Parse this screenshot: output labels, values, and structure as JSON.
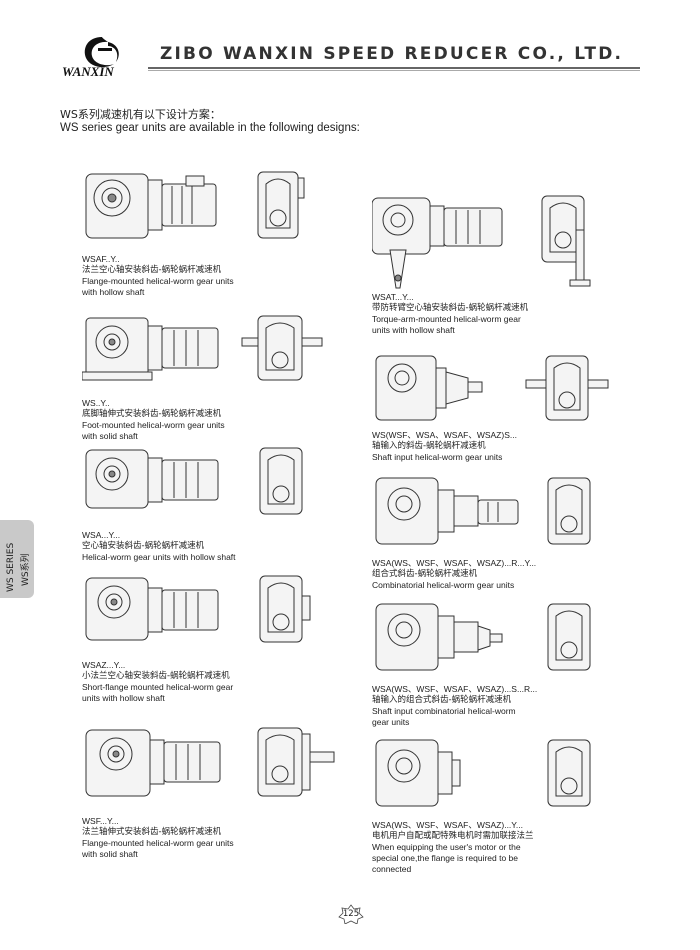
{
  "header": {
    "brand": "WANXIN",
    "company": "ZIBO WANXIN SPEED REDUCER CO., LTD."
  },
  "intro": {
    "cn": "WS系列减速机有以下设计方案：",
    "en": "WS series gear units are available in the following designs:"
  },
  "side_tab": {
    "en": "WS SERIES",
    "cn": "WS系列"
  },
  "left_items": [
    {
      "code": "WSAF..Y..",
      "cn": "法兰空心轴安装斜齿-蜗轮蜗杆减速机",
      "en": [
        "Flange-mounted helical-worm gear units",
        "with hollow shaft"
      ]
    },
    {
      "code": "WS..Y..",
      "cn": "底脚轴伸式安装斜齿-蜗轮蜗杆减速机",
      "en": [
        "Foot-mounted helical-worm gear units",
        "with solid shaft"
      ]
    },
    {
      "code": "WSA...Y...",
      "cn": "空心轴安装斜齿-蜗轮蜗杆减速机",
      "en": [
        "Helical-worm gear units with hollow shaft"
      ]
    },
    {
      "code": "WSAZ...Y...",
      "cn": "小法兰空心轴安装斜齿-蜗轮蜗杆减速机",
      "en": [
        "Short-flange mounted helical-worm gear",
        "units with hollow shaft"
      ]
    },
    {
      "code": "WSF...Y...",
      "cn": "法兰轴伸式安装斜齿-蜗轮蜗杆减速机",
      "en": [
        "Flange-mounted helical-worm gear units",
        "with solid shaft"
      ]
    }
  ],
  "right_items": [
    {
      "code": "WSAT...Y...",
      "cn": "带防转臂空心轴安装斜齿-蜗轮蜗杆减速机",
      "en": [
        "Torque-arm-mounted helical-worm  gear",
        "units with hollow shaft"
      ]
    },
    {
      "code": "WS(WSF、WSA、WSAF、WSAZ)S...",
      "cn": "轴输入的斜齿-蜗轮蜗杆减速机",
      "en": [
        "Shaft input helical-worm gear units"
      ]
    },
    {
      "code": "WSA(WS、WSF、WSAF、WSAZ)...R...Y...",
      "cn": "组合式斜齿-蜗轮蜗杆减速机",
      "en": [
        "Combinatorial helical-worm gear units"
      ]
    },
    {
      "code": "WSA(WS、WSF、WSAF、WSAZ)...S...R...",
      "cn": "轴输入的组合式斜齿-蜗轮蜗杆减速机",
      "en": [
        "Shaft input combinatorial helical-worm",
        "gear units"
      ]
    },
    {
      "code": "WSA(WS、WSF、WSAF、WSAZ)...Y...",
      "cn": "电机用户自配或配特殊电机时需加联接法兰",
      "en": [
        "When equipping the user's motor or the",
        "special one,the flange is required to be",
        "connected"
      ]
    }
  ],
  "page_number": "125"
}
